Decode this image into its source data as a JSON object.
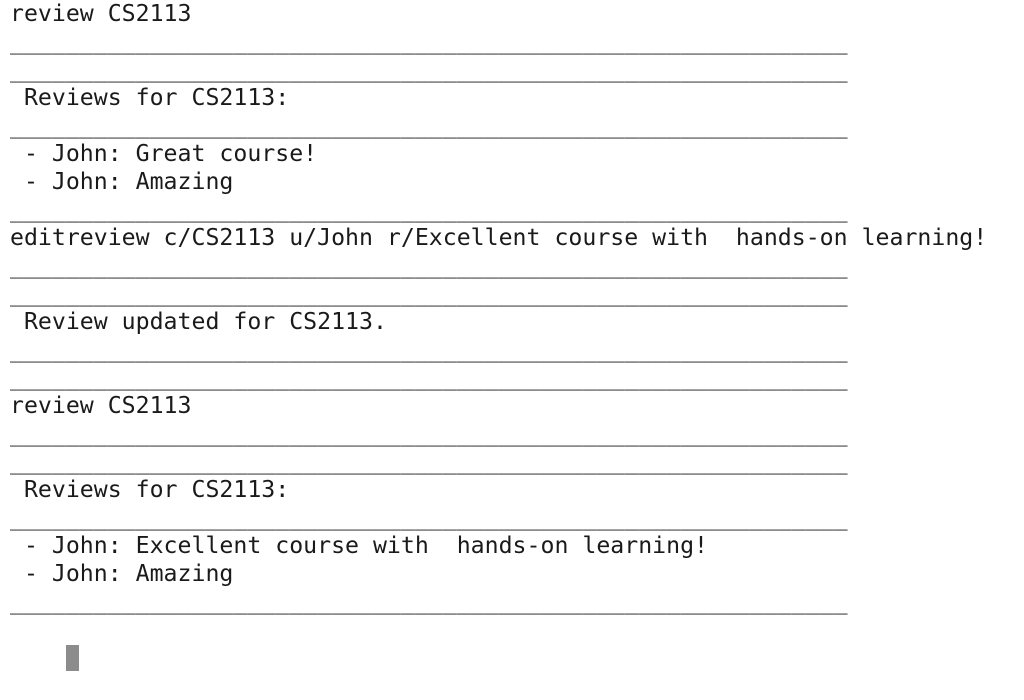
{
  "terminal": {
    "lines": [
      "review CS2113",
      "____________________________________________________________",
      "____________________________________________________________",
      " Reviews for CS2113:",
      "____________________________________________________________",
      " - John: Great course!",
      " - John: Amazing",
      "____________________________________________________________",
      "editreview c/CS2113 u/John r/Excellent course with  hands-on learning!",
      "____________________________________________________________",
      "____________________________________________________________",
      " Review updated for CS2113.",
      "____________________________________________________________",
      "____________________________________________________________",
      "review CS2113",
      "____________________________________________________________",
      "____________________________________________________________",
      " Reviews for CS2113:",
      "____________________________________________________________",
      " - John: Excellent course with  hands-on learning!",
      " - John: Amazing",
      "____________________________________________________________"
    ]
  }
}
